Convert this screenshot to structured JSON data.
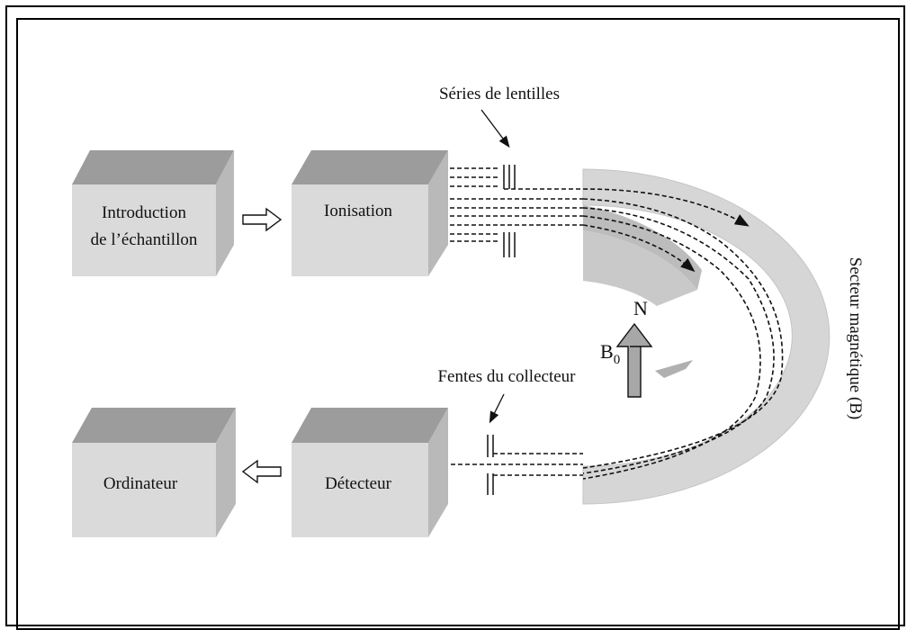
{
  "boxes": {
    "intro": [
      "Introduction",
      "de l’échantillon"
    ],
    "ionisation": "Ionisation",
    "ordinateur": "Ordinateur",
    "detecteur": "Détecteur"
  },
  "labels": {
    "lenses": "Séries de lentilles",
    "slits": "Fentes du collecteur",
    "pole": "N",
    "field_base": "B",
    "field_sub": "0",
    "sector": "Secteur magnétique (B)"
  },
  "colors": {
    "box_top": "#9c9c9c",
    "box_side": "#b9b9b9",
    "box_front": "#dadada",
    "magnet_front": "#d6d6d6",
    "magnet_inner": "#bdbdbd",
    "arrow_fill": "#a7a7a7"
  },
  "icons": {
    "flow_arrow": "hollow-right-arrow",
    "return_arrow": "hollow-left-arrow",
    "field_arrow": "up-arrow"
  }
}
